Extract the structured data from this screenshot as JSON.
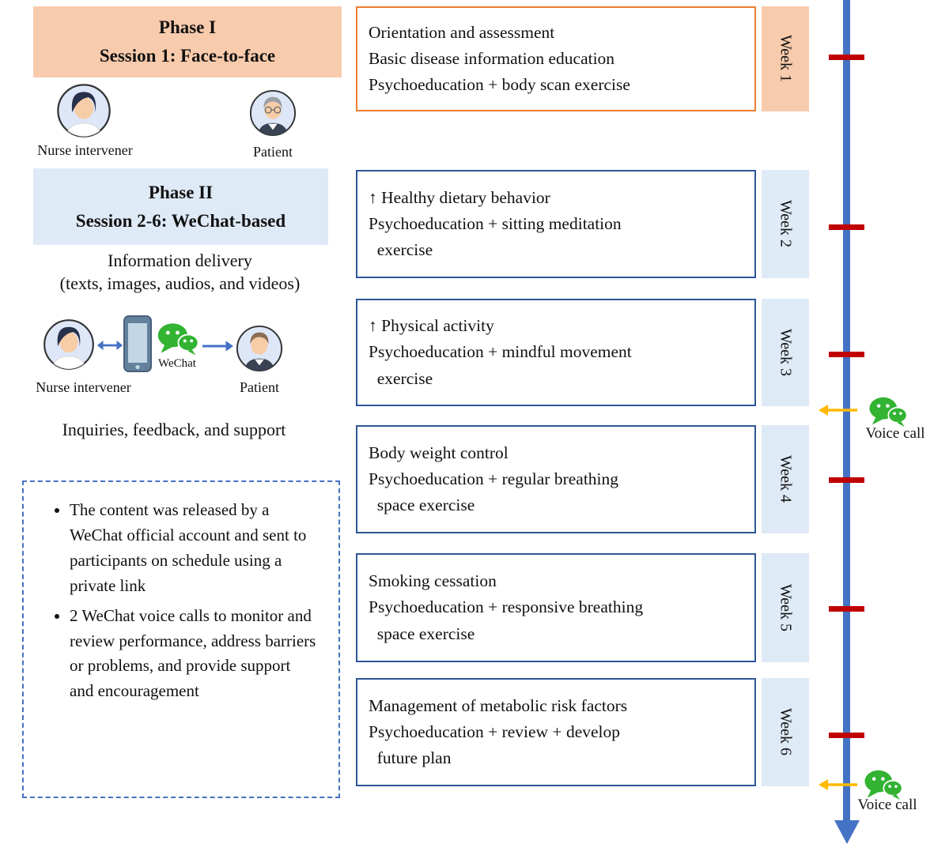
{
  "left": {
    "phase1": {
      "line1": "Phase I",
      "line2": "Session 1: Face-to-face"
    },
    "phase1_nurse_label": "Nurse intervener",
    "phase1_patient_label": "Patient",
    "phase2": {
      "line1": "Phase II",
      "line2": "Session 2-6: WeChat-based"
    },
    "info_delivery_line1": "Information delivery",
    "info_delivery_line2": "(texts, images, audios, and videos)",
    "phase2_nurse_label": "Nurse intervener",
    "wechat_label": "WeChat",
    "phase2_patient_label": "Patient",
    "support_text": "Inquiries, feedback, and support",
    "notes": [
      "The content was released by a WeChat official account and sent to participants on schedule using a private link",
      "2 WeChat voice calls to monitor and review performance, address barriers or problems, and provide support and encouragement"
    ]
  },
  "sessions": [
    {
      "week": "Week 1",
      "lines": [
        "Orientation and assessment",
        "Basic disease information education",
        "Psychoeducation + body scan exercise"
      ]
    },
    {
      "week": "Week 2",
      "lines": [
        "↑ Healthy dietary behavior",
        "Psychoeducation + sitting meditation",
        "  exercise"
      ]
    },
    {
      "week": "Week 3",
      "lines": [
        "↑ Physical activity",
        "Psychoeducation + mindful movement",
        "  exercise"
      ]
    },
    {
      "week": "Week 4",
      "lines": [
        "Body weight control",
        "Psychoeducation + regular breathing",
        "  space exercise"
      ]
    },
    {
      "week": "Week 5",
      "lines": [
        "Smoking cessation",
        "Psychoeducation + responsive breathing",
        "  space exercise"
      ]
    },
    {
      "week": "Week 6",
      "lines": [
        "Management of metabolic risk factors",
        "Psychoeducation + review + develop",
        "  future plan"
      ]
    }
  ],
  "timeline": {
    "voice_call_1": "Voice call",
    "voice_call_2": "Voice call"
  },
  "colors": {
    "phase1_fill": "#F8CBAD",
    "phase2_fill": "#DEEAF6",
    "orange_border": "#ED7D31",
    "blue_border": "#2F5597",
    "timeline_blue": "#4472C4",
    "tick_red": "#C00000",
    "arrow_yellow": "#FFB900",
    "wechat_green": "#32B332"
  }
}
